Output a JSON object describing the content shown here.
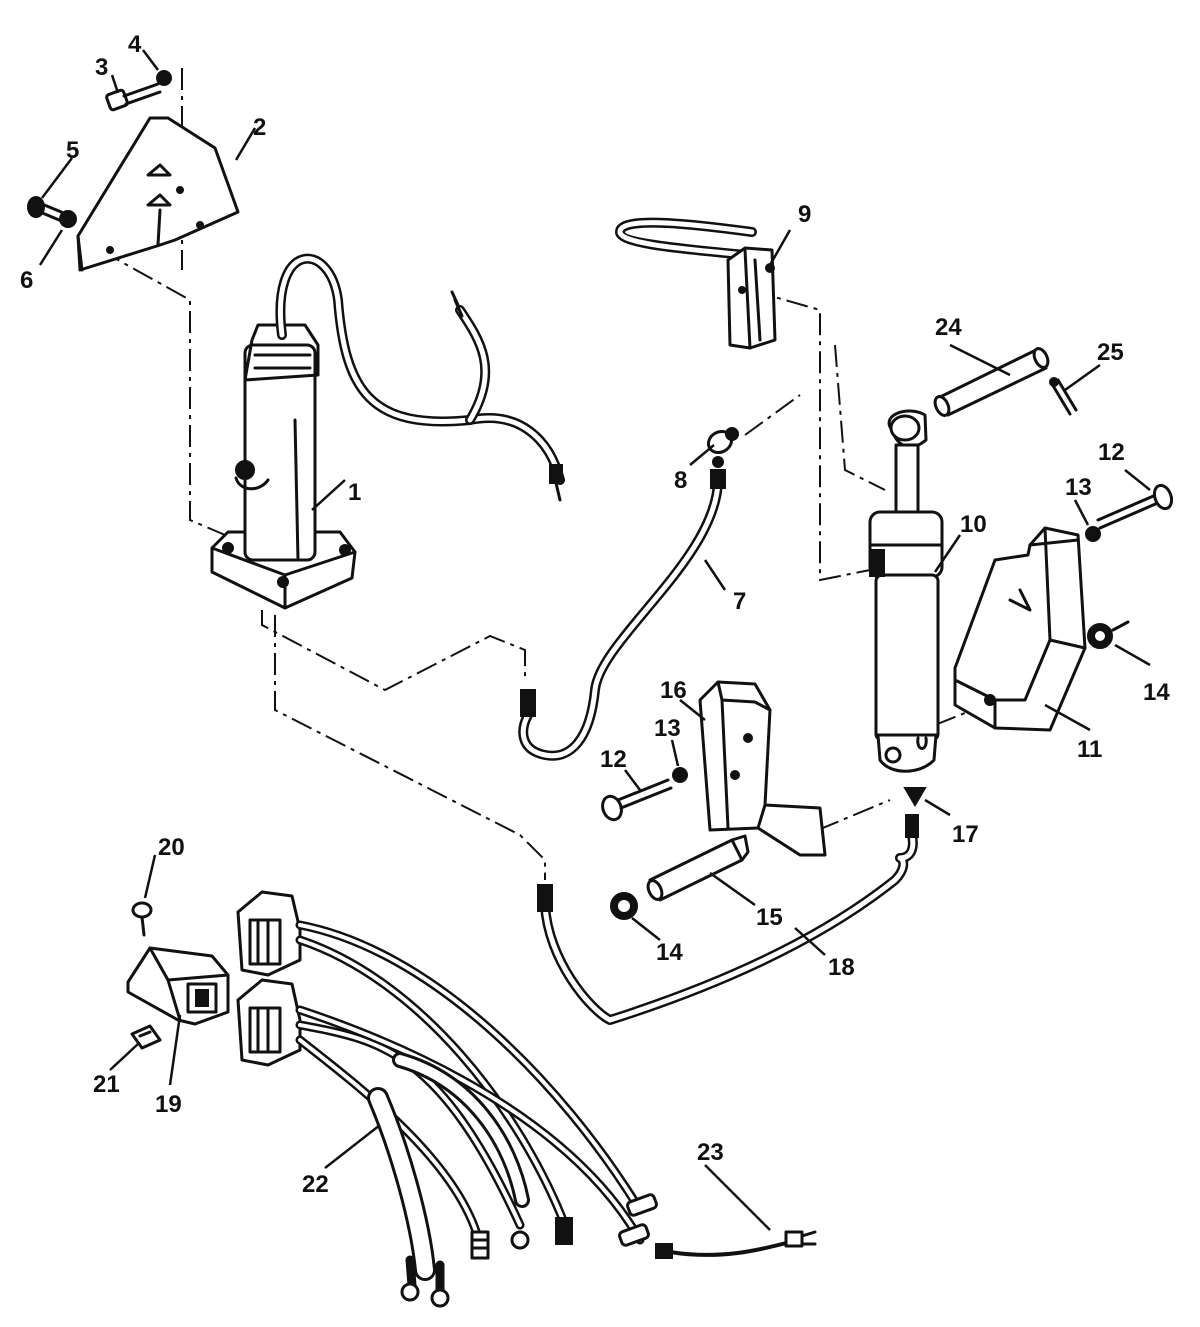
{
  "callouts": [
    {
      "id": "c1",
      "label": "1"
    },
    {
      "id": "c2",
      "label": "2"
    },
    {
      "id": "c3",
      "label": "3"
    },
    {
      "id": "c4",
      "label": "4"
    },
    {
      "id": "c5",
      "label": "5"
    },
    {
      "id": "c6",
      "label": "6"
    },
    {
      "id": "c7",
      "label": "7"
    },
    {
      "id": "c8",
      "label": "8"
    },
    {
      "id": "c9",
      "label": "9"
    },
    {
      "id": "c10",
      "label": "10"
    },
    {
      "id": "c11",
      "label": "11"
    },
    {
      "id": "c12a",
      "label": "12"
    },
    {
      "id": "c12b",
      "label": "12"
    },
    {
      "id": "c13a",
      "label": "13"
    },
    {
      "id": "c13b",
      "label": "13"
    },
    {
      "id": "c14a",
      "label": "14"
    },
    {
      "id": "c14b",
      "label": "14"
    },
    {
      "id": "c15",
      "label": "15"
    },
    {
      "id": "c16",
      "label": "16"
    },
    {
      "id": "c17",
      "label": "17"
    },
    {
      "id": "c18",
      "label": "18"
    },
    {
      "id": "c19",
      "label": "19"
    },
    {
      "id": "c20",
      "label": "20"
    },
    {
      "id": "c21",
      "label": "21"
    },
    {
      "id": "c22",
      "label": "22"
    },
    {
      "id": "c23",
      "label": "23"
    },
    {
      "id": "c24",
      "label": "24"
    },
    {
      "id": "c25",
      "label": "25"
    }
  ]
}
